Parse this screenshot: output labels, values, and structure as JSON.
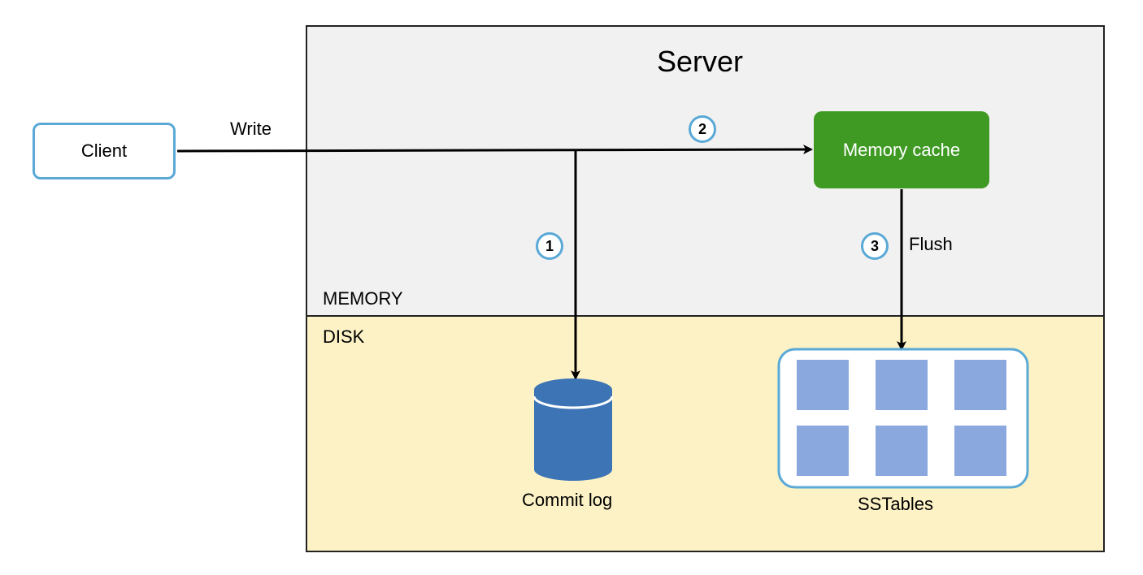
{
  "server": {
    "title": "Server"
  },
  "zones": {
    "memory_label": "MEMORY",
    "disk_label": "DISK"
  },
  "client": {
    "label": "Client"
  },
  "write_label": "Write",
  "memory_cache": {
    "label": "Memory cache"
  },
  "flush_label": "Flush",
  "steps": {
    "one": "1",
    "two": "2",
    "three": "3"
  },
  "commit_log": {
    "label": "Commit log"
  },
  "sstables": {
    "label": "SSTables",
    "block_count": 6
  },
  "colors": {
    "memory_bg": "#f1f1f1",
    "disk_bg": "#fdf2c6",
    "accent_blue": "#5aa9d6",
    "cache_green": "#3f9a24",
    "db_blue": "#3c74b5",
    "sstable_block": "#8aa8de"
  }
}
